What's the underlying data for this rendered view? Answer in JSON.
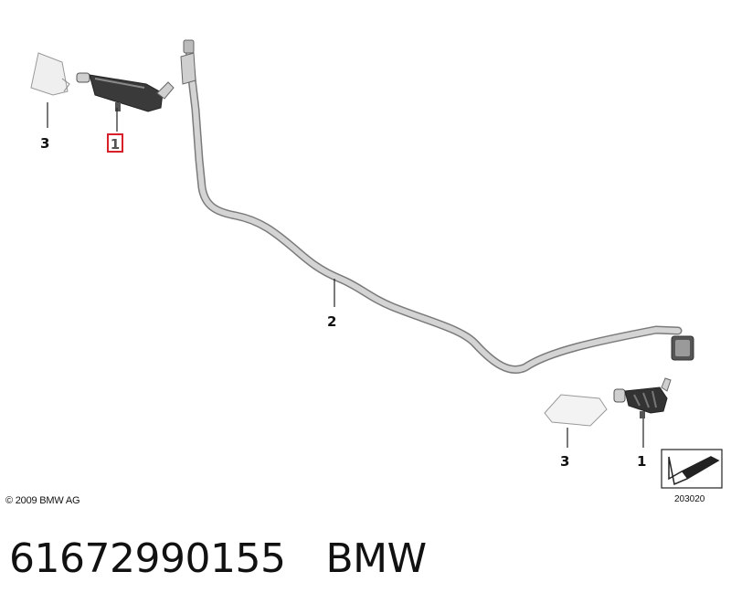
{
  "diagram": {
    "copyright": "© 2009 BMW AG",
    "diagram_code": "203020",
    "callouts": {
      "nozzle_left": "1",
      "cover_left": "3",
      "hose": "2",
      "cover_right": "3",
      "nozzle_right": "1"
    },
    "highlighted_callout": "1"
  },
  "footer": {
    "part_number": "61672990155",
    "brand": "BMW"
  },
  "colors": {
    "highlight": "#d9202a",
    "hose": "#c9c9c9",
    "nozzle": "#3a3a3a"
  },
  "icons": [
    "arrow-direction-icon"
  ]
}
